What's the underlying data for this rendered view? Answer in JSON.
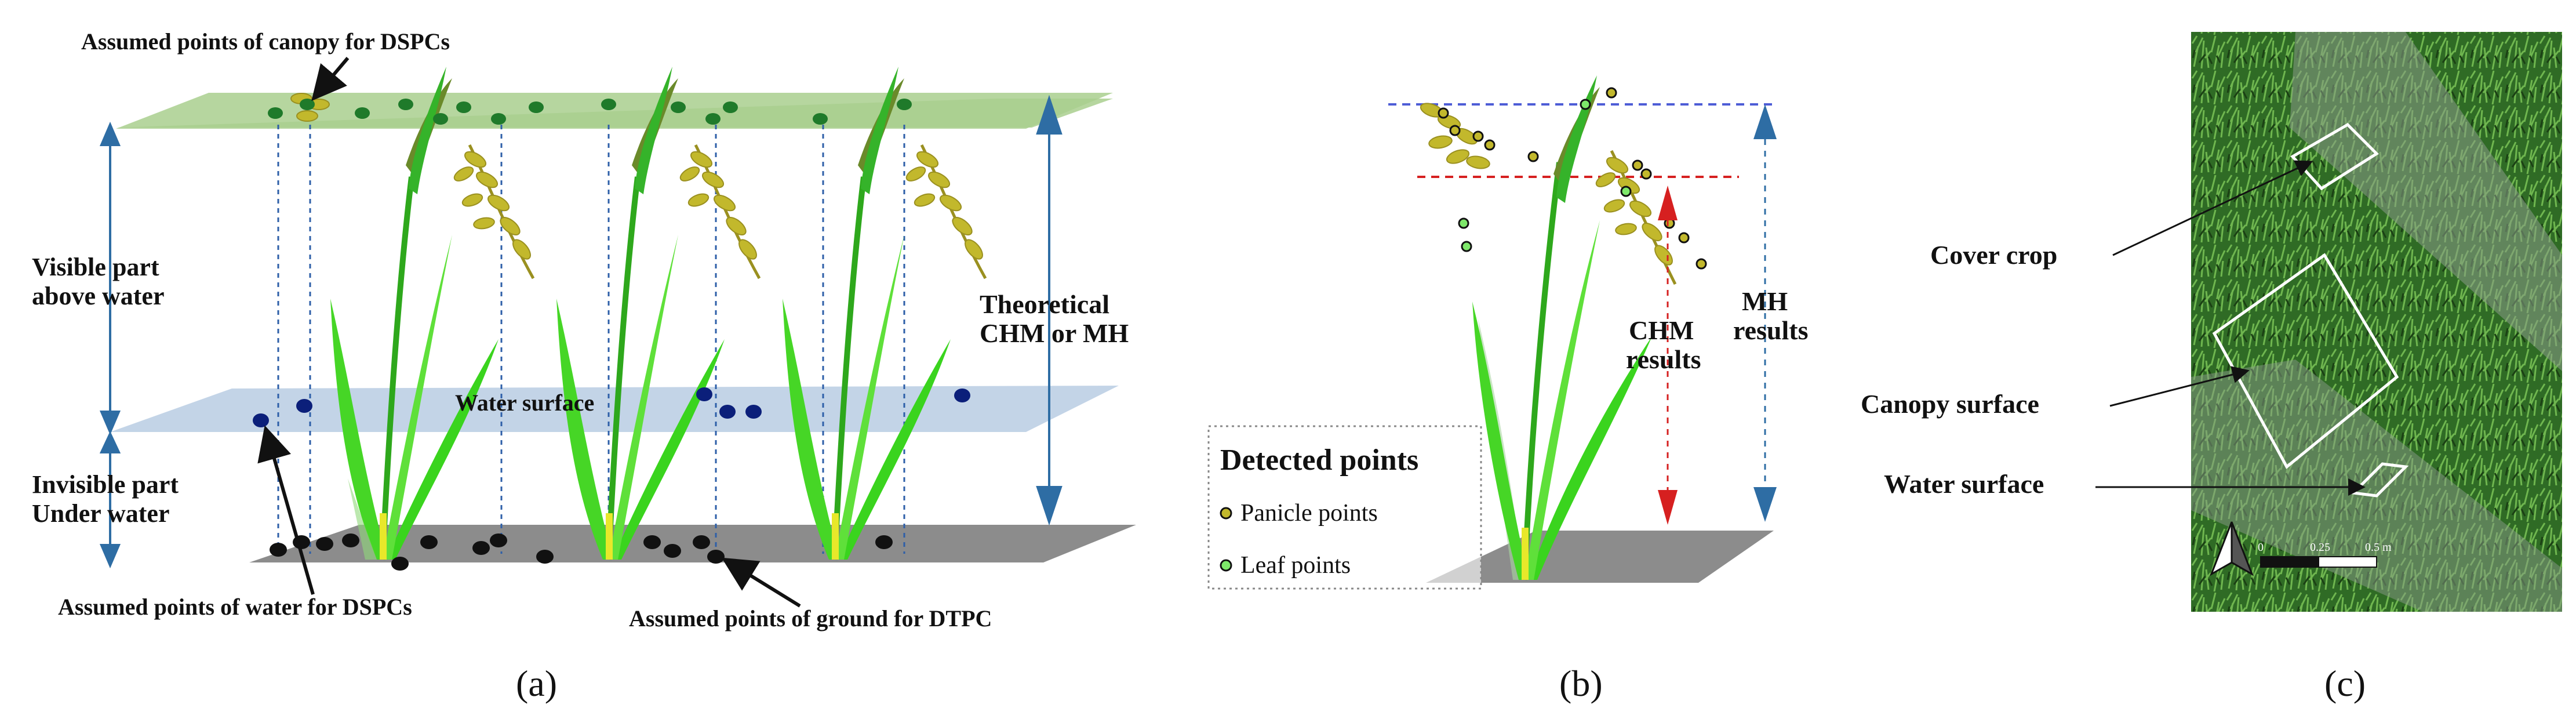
{
  "panel_a": {
    "label": "(a)",
    "canopy_note": "Assumed points of canopy for DSPCs",
    "visible_part_line1": "Visible part",
    "visible_part_line2": "above water",
    "invisible_part_line1": "Invisible part",
    "invisible_part_line2": "Under water",
    "water_surface": "Water surface",
    "theoretical_line1": "Theoretical",
    "theoretical_line2": "CHM or MH",
    "water_note": "Assumed points of water for DSPCs",
    "ground_note": "Assumed points of ground for DTPC"
  },
  "panel_b": {
    "label": "(b)",
    "chm_line1": "CHM",
    "chm_line2": "results",
    "mh_line1": "MH",
    "mh_line2": "results",
    "legend_title": "Detected points",
    "legend_panicle": "Panicle points",
    "legend_leaf": "Leaf points"
  },
  "panel_c": {
    "label": "(c)",
    "cover_crop": "Cover crop",
    "canopy_surface": "Canopy surface",
    "water_surface": "Water surface",
    "scale_ticks": [
      "0",
      "0.25",
      "0.5 m"
    ]
  },
  "colors": {
    "canopy_plane": "#a9cf8e",
    "water_plane": "#b8cde3",
    "ground_plane": "#8c8c8c",
    "canopy_point": "#1f7a2a",
    "water_point": "#0b1f7a",
    "ground_point": "#111111",
    "arrow_blue": "#2e6da4",
    "arrow_red": "#d62020",
    "leaf_green": "#3ad41e",
    "panicle": "#c2b82c",
    "grass_dark": "#245f1e",
    "grass_light": "#4c9a38"
  }
}
